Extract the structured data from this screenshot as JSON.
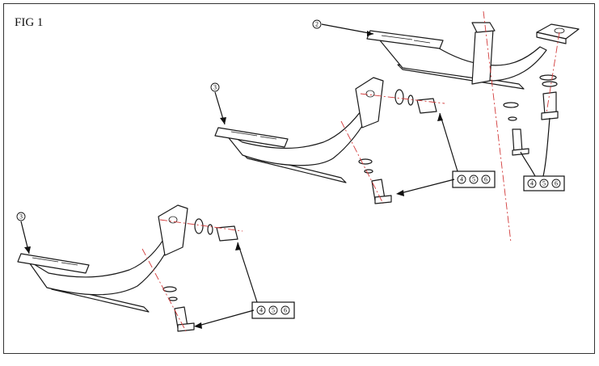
{
  "figure": {
    "label": "FIG 1"
  },
  "callouts": {
    "top_right_bracket": "2",
    "middle_bracket": "3",
    "lower_left_bracket": "3",
    "hardware_numbers": [
      "4",
      "5",
      "6"
    ]
  },
  "colors": {
    "line": "#1a1a1a",
    "centerline": "#d23a3a"
  }
}
